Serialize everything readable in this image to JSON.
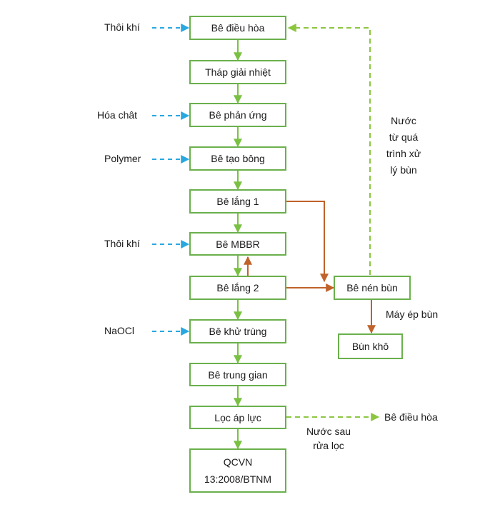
{
  "colors": {
    "box_border": "#6ab04c",
    "main_flow": "#7ac143",
    "sludge_flow": "#c0622a",
    "chemical_input": "#29a8e0",
    "return_water": "#8cc63f"
  },
  "main_boxes": [
    {
      "id": "be-dieu-hoa",
      "label": "Bê điều hòa"
    },
    {
      "id": "thap-giai-nhiet",
      "label": "Tháp giải nhiệt"
    },
    {
      "id": "be-phan-ung",
      "label": "Bê phản ứng"
    },
    {
      "id": "be-tao-bong",
      "label": "Bê tạo bông"
    },
    {
      "id": "be-lang-1",
      "label": "Bê lắng 1"
    },
    {
      "id": "be-mbbr",
      "label": "Bê MBBR"
    },
    {
      "id": "be-lang-2",
      "label": "Bê lắng 2"
    },
    {
      "id": "be-khu-trung",
      "label": "Bê khử trùng"
    },
    {
      "id": "be-trung-gian",
      "label": "Bê trung gian"
    },
    {
      "id": "loc-ap-luc",
      "label": "Lọc áp lực"
    }
  ],
  "final_box": {
    "line1": "QCVN",
    "line2": "13:2008/BTNM"
  },
  "side_boxes": {
    "be_nen_bun": "Bê nén bùn",
    "bun_kho": "Bùn khô"
  },
  "inputs": {
    "thoi_khi_1": "Thôi khí",
    "hoa_chat": "Hóa chât",
    "polymer": "Polymer",
    "thoi_khi_2": "Thôi khí",
    "naocl": "NaOCl"
  },
  "annotations": {
    "return_water": [
      "Nước",
      "từ quá",
      "trình xử",
      "lý bùn"
    ],
    "may_ep_bun": "Máy ép bùn",
    "backwash": [
      "Nước sau",
      "rửa lọc"
    ],
    "to_be_dieu_hoa": "Bê điều hòa"
  }
}
